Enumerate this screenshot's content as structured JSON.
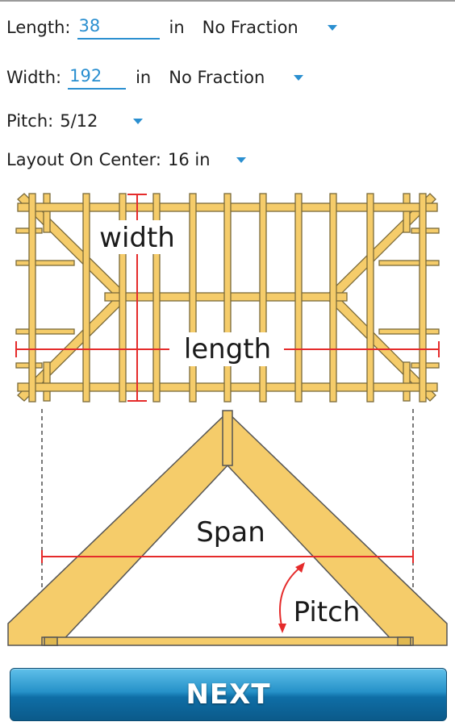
{
  "form": {
    "length": {
      "label": "Length:",
      "value": "38",
      "unit": "in",
      "fraction": "No Fraction"
    },
    "width": {
      "label": "Width:",
      "value": "192",
      "unit": "in",
      "fraction": "No Fraction"
    },
    "pitch": {
      "label": "Pitch:",
      "value": "5/12"
    },
    "layout": {
      "label": "Layout On Center:",
      "value": "16 in"
    }
  },
  "diagram": {
    "label_width": "width",
    "label_length": "length",
    "label_span": "Span",
    "label_pitch": "Pitch"
  },
  "footer": {
    "next_label": "NEXT"
  },
  "colors": {
    "accent": "#2a8fd0",
    "wood": "#f5cc6a",
    "wood_stroke": "#7a6a3a",
    "measure_red": "#e52b2b"
  }
}
